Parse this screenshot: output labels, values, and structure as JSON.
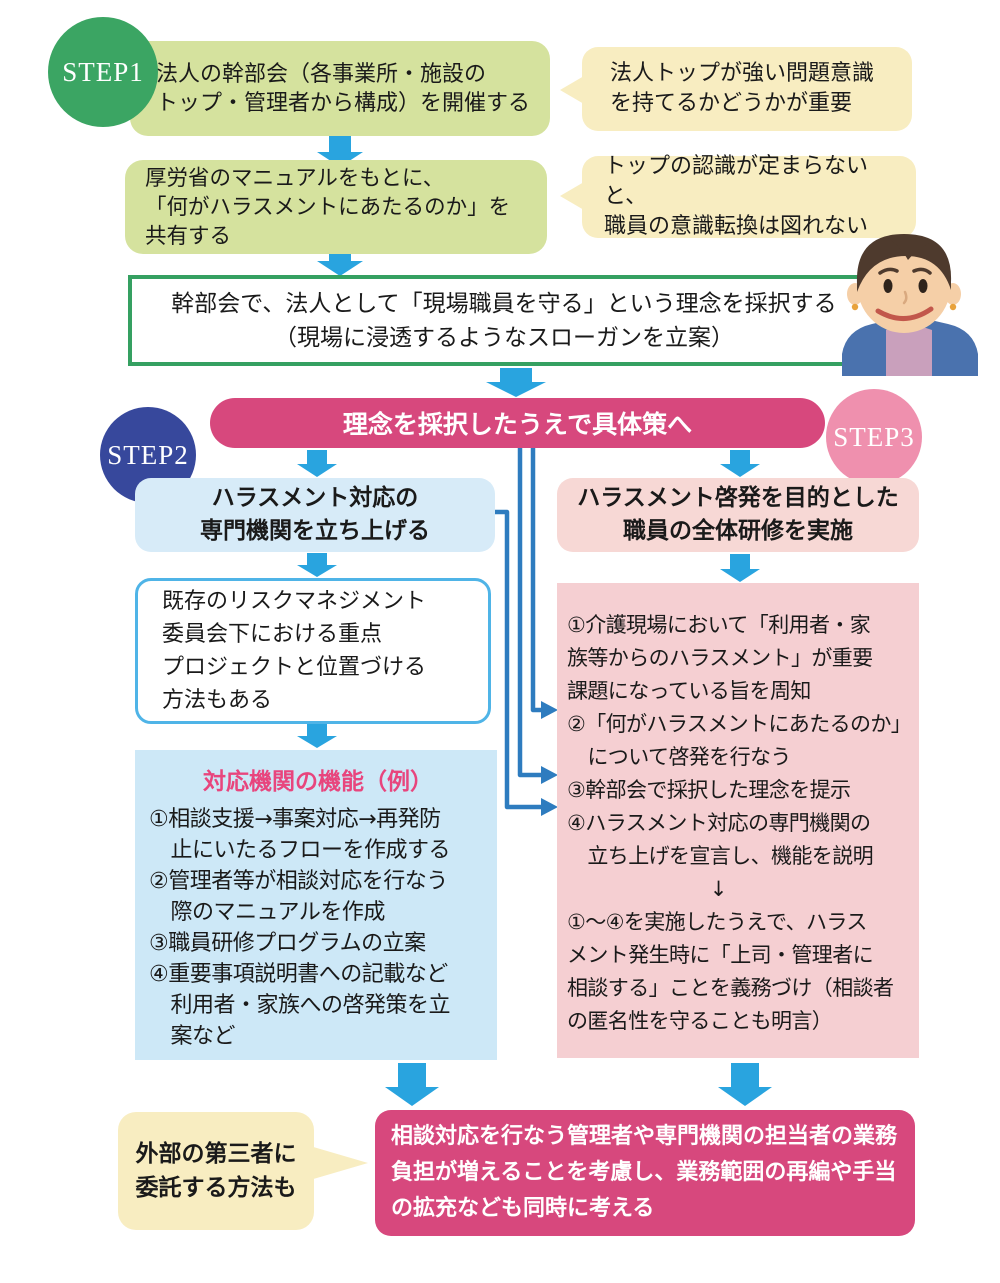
{
  "colors": {
    "step1_green": "#3BA563",
    "step2_blue": "#37489C",
    "step3_pink": "#EF90AE",
    "box_green": "#D5E29E",
    "bubble_cream": "#F8EDC1",
    "principle_border_green": "#35A061",
    "banner_pink": "#D7487D",
    "light_blue_box": "#CDE8F7",
    "light_pink_box": "#F5CFD2",
    "note_border_blue": "#4FB4E7",
    "detail_title_pink": "#E8457D",
    "arrow_blue": "#29A4DF",
    "connector_blue": "#2E7CBF"
  },
  "step1": {
    "badge": "STEP1",
    "kanbukai_box": "法人の幹部会（各事業所・施設の\nトップ・管理者から構成）を開催する",
    "bubble_top": "法人トップが強い問題意識\nを持てるかどうかが重要",
    "manual_box": "厚労省のマニュアルをもとに、\n「何がハラスメントにあたるのか」を\n共有する",
    "bubble_awareness": "トップの認識が定まらないと、\n職員の意識転換は図れない",
    "principle_box": "幹部会で、法人として「現場職員を守る」という理念を採択する\n（現場に浸透するようなスローガンを立案）"
  },
  "banner": {
    "label": "理念を採択したうえで具体策へ"
  },
  "step2": {
    "badge": "STEP2",
    "header": "ハラスメント対応の\n専門機関を立ち上げる",
    "note_box": "既存のリスクマネジメント\n委員会下における重点\nプロジェクトと位置づける\n方法もある",
    "functions_title": "対応機関の機能（例）",
    "functions_body": "①相談支援→事案対応→再発防\n　止にいたるフローを作成する\n②管理者等が相談対応を行なう\n　際のマニュアルを作成\n③職員研修プログラムの立案\n④重要事項説明書への記載など\n　利用者・家族への啓発策を立\n　案など"
  },
  "step3": {
    "badge": "STEP3",
    "header": "ハラスメント啓発を目的とした\n職員の全体研修を実施",
    "training_body": "①介護現場において「利用者・家\n族等からのハラスメント」が重要\n課題になっている旨を周知\n②「何がハラスメントにあたるのか」\n　について啓発を行なう\n③幹部会で採択した理念を提示\n④ハラスメント対応の専門機関の\n　立ち上げを宣言し、機能を説明\n　　　　　　　↓\n①〜④を実施したうえで、ハラス\nメント発生時に「上司・管理者に\n相談する」ことを義務づけ（相談者\nの匿名性を守ることも明言）"
  },
  "bottom": {
    "bubble": "外部の第三者に\n委託する方法も",
    "workload_box": "相談対応を行なう管理者や専門機関の担当者の業務\n負担が増えることを考慮し、業務範囲の再編や手当\nの拡充なども同時に考える"
  }
}
